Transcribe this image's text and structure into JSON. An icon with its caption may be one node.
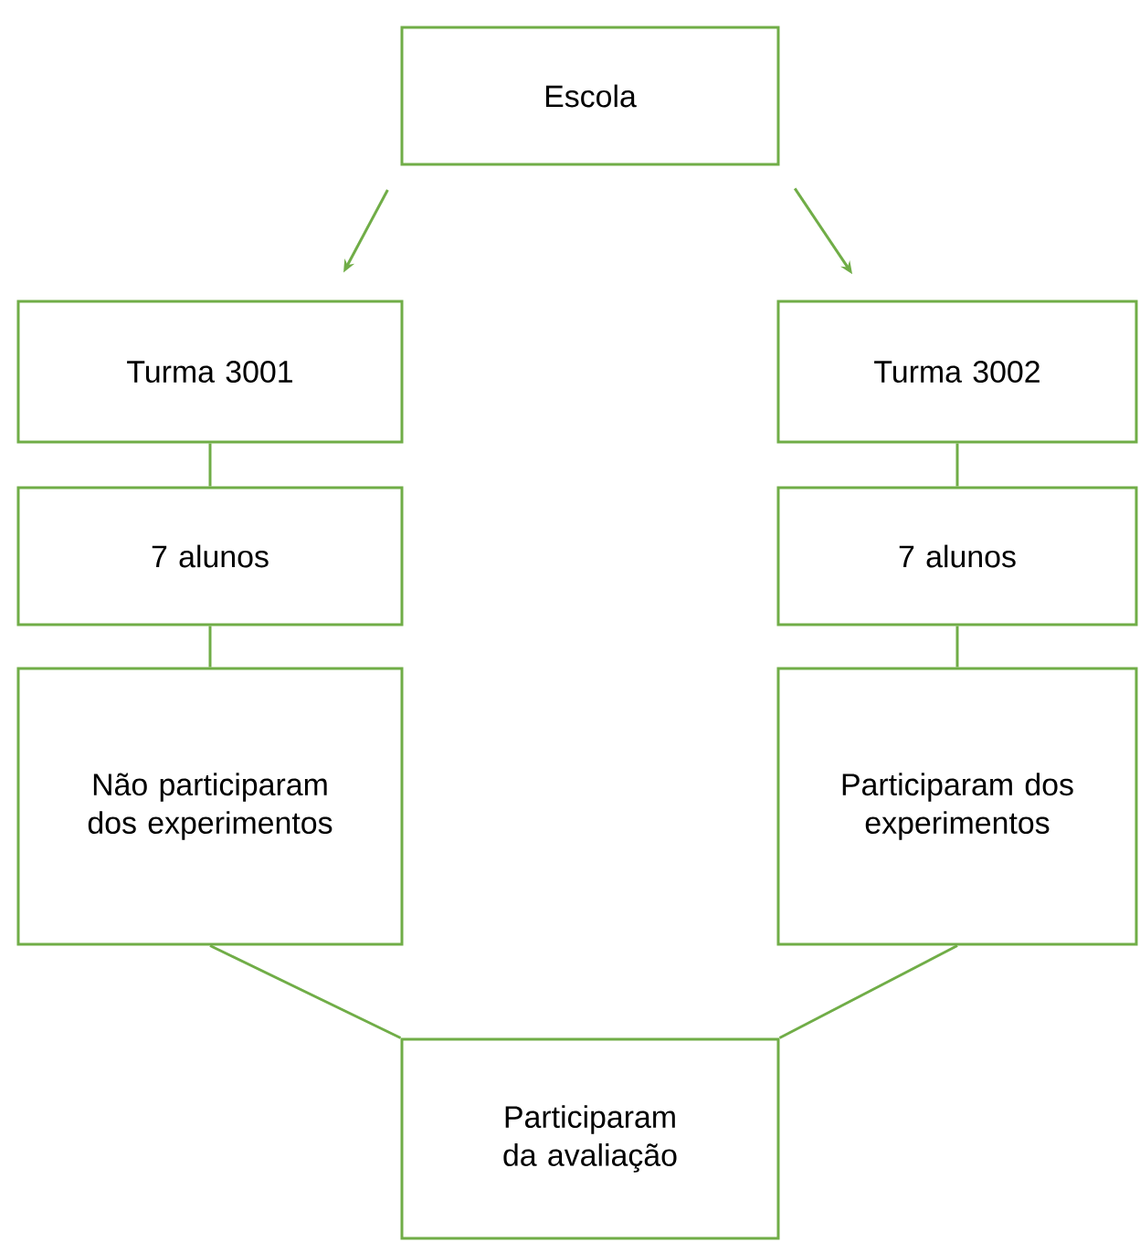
{
  "diagram": {
    "nodes": [
      {
        "text": [
          "Escola"
        ]
      },
      {
        "text": [
          "Turma 3001"
        ]
      },
      {
        "text": [
          "7 alunos"
        ]
      },
      {
        "text": [
          "Não participaram dos experimentos"
        ]
      },
      {
        "text": [
          "Turma 3002"
        ]
      },
      {
        "text": [
          "7 alunos"
        ]
      },
      {
        "text": [
          "Participaram dos experimentos"
        ]
      },
      {
        "text": [
          "Participaram da avaliação"
        ]
      }
    ],
    "edges": [
      {
        "from": 0,
        "to": 1,
        "arrow": "to"
      },
      {
        "from": 0,
        "to": 4,
        "arrow": "to"
      },
      {
        "from": 1,
        "to": 2,
        "arrow": "none"
      },
      {
        "from": 2,
        "to": 3,
        "arrow": "none"
      },
      {
        "from": 4,
        "to": 5,
        "arrow": "none"
      },
      {
        "from": 5,
        "to": 6,
        "arrow": "none"
      },
      {
        "from": 3,
        "to": 7,
        "arrow": "none"
      },
      {
        "from": 6,
        "to": 7,
        "arrow": "none"
      }
    ]
  }
}
